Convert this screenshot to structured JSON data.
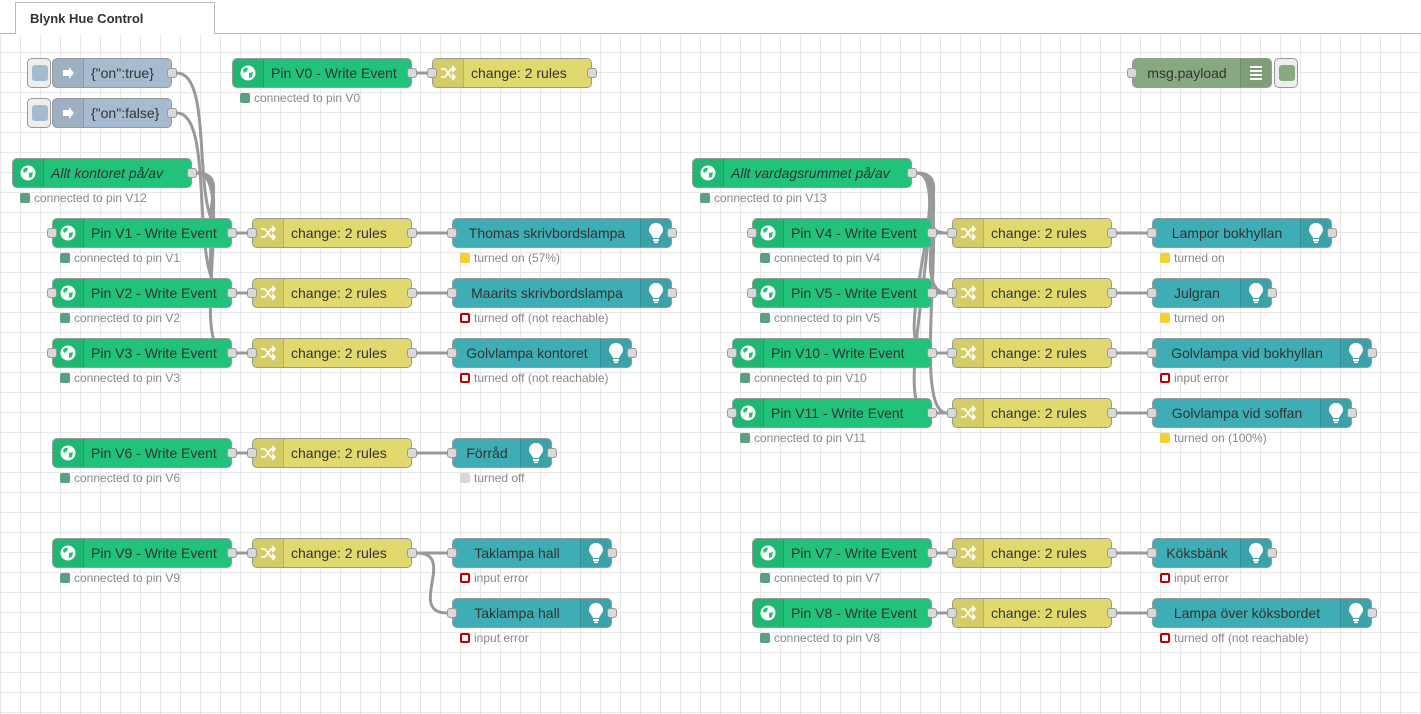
{
  "tab": {
    "title": "Blynk Hue Control"
  },
  "colors": {
    "blynk": "#21C37A",
    "inject": "#A6BBCF",
    "change": "#E2D96E",
    "hue": "#3FADB5",
    "debug": "#87A980",
    "wire": "#999999",
    "status_green": "#5a9f80",
    "status_yellow": "#f5d130",
    "status_red": "#c00000",
    "status_grey": "#d8d8d8"
  },
  "icons": {
    "blynk": "globe-icon",
    "inject": "arrow-in-icon",
    "change": "shuffle-icon",
    "hue": "bulb-icon",
    "debug": "list-icon"
  },
  "nodes": {
    "inject_on": {
      "label": "{\"on\":true}"
    },
    "inject_off": {
      "label": "{\"on\":false}"
    },
    "v0": {
      "label": "Pin V0 - Write Event",
      "status": "connected to pin V0"
    },
    "v0_change": {
      "label": "change: 2 rules"
    },
    "debug": {
      "label": "msg.payload"
    },
    "office_all": {
      "label": "Allt kontoret på/av",
      "status": "connected to pin V12"
    },
    "living_all": {
      "label": "Allt vardagsrummet på/av",
      "status": "connected to pin V13"
    },
    "v1": {
      "label": "Pin V1 - Write Event",
      "status": "connected to pin V1"
    },
    "v1_change": {
      "label": "change: 2 rules"
    },
    "v1_hue": {
      "label": "Thomas skrivbordslampa",
      "status": "turned on (57%)"
    },
    "v2": {
      "label": "Pin V2 - Write Event",
      "status": "connected to pin V2"
    },
    "v2_change": {
      "label": "change: 2 rules"
    },
    "v2_hue": {
      "label": "Maarits skrivbordslampa",
      "status": "turned off (not reachable)"
    },
    "v3": {
      "label": "Pin V3 - Write Event",
      "status": "connected to pin V3"
    },
    "v3_change": {
      "label": "change: 2 rules"
    },
    "v3_hue": {
      "label": "Golvlampa kontoret",
      "status": "turned off (not reachable)"
    },
    "v6": {
      "label": "Pin V6 - Write Event",
      "status": "connected to pin V6"
    },
    "v6_change": {
      "label": "change: 2 rules"
    },
    "v6_hue": {
      "label": "Förråd",
      "status": "turned off"
    },
    "v9": {
      "label": "Pin V9 - Write Event",
      "status": "connected to pin V9"
    },
    "v9_change": {
      "label": "change: 2 rules"
    },
    "v9_hue1": {
      "label": "Taklampa hall",
      "status": "input error"
    },
    "v9_hue2": {
      "label": "Taklampa hall",
      "status": "input error"
    },
    "v4": {
      "label": "Pin V4 - Write Event",
      "status": "connected to pin V4"
    },
    "v4_change": {
      "label": "change: 2 rules"
    },
    "v4_hue": {
      "label": "Lampor bokhyllan",
      "status": "turned on"
    },
    "v5": {
      "label": "Pin V5 - Write Event",
      "status": "connected to pin V5"
    },
    "v5_change": {
      "label": "change: 2 rules"
    },
    "v5_hue": {
      "label": "Julgran",
      "status": "turned on"
    },
    "v10": {
      "label": "Pin V10 - Write Event",
      "status": "connected to pin V10"
    },
    "v10_change": {
      "label": "change: 2 rules"
    },
    "v10_hue": {
      "label": "Golvlampa vid bokhyllan",
      "status": "input error"
    },
    "v11": {
      "label": "Pin V11 - Write Event",
      "status": "connected to pin V11"
    },
    "v11_change": {
      "label": "change: 2 rules"
    },
    "v11_hue": {
      "label": "Golvlampa vid soffan",
      "status": "turned on (100%)"
    },
    "v7": {
      "label": "Pin V7 - Write Event",
      "status": "connected to pin V7"
    },
    "v7_change": {
      "label": "change: 2 rules"
    },
    "v7_hue": {
      "label": "Köksbänk",
      "status": "input error"
    },
    "v8": {
      "label": "Pin V8 - Write Event",
      "status": "connected to pin V8"
    },
    "v8_change": {
      "label": "change: 2 rules"
    },
    "v8_hue": {
      "label": "Lampa över köksbordet",
      "status": "turned off (not reachable)"
    }
  }
}
